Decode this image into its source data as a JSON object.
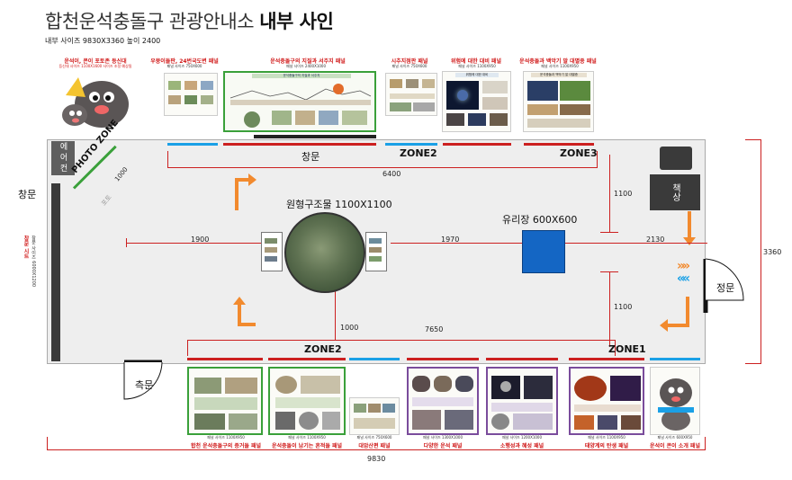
{
  "title_prefix": "합천운석충돌구 관광안내소 ",
  "title_bold": "내부 사인",
  "subtitle": "내부 사이즈 9830X3360    높이 2400",
  "top_panels": [
    {
      "title": "운석이, 콘이 포토존 등신대",
      "size": "등신대 사이즈 1100X1600 사이즈 조정 예상됨"
    },
    {
      "title": "우뭉이들판, 24번국도변 패널",
      "size": "패널 사이즈 750X600"
    },
    {
      "title": "운석충돌구의 지질과 서주지 패널",
      "size": "패널 사이즈 2400X1000"
    },
    {
      "title": "시추지점판 패널",
      "size": "패널 사이즈 750X600"
    },
    {
      "title": "위험에 대한 대비 패널",
      "size": "패널 사이즈 1100X950"
    },
    {
      "title": "운석충돌과 백악기 말 대멸종 패널",
      "size": "패널 사이즈 1100X950"
    }
  ],
  "top_inner": {
    "geology_heading": "운석충돌구의 지질과 서주지",
    "risk_heading": "위험에 대한 대비",
    "extinction_heading": "운석충돌과 백악기 말 대멸종"
  },
  "bottom_panels": [
    {
      "title": "합천 운석충돌구의 증거들 패널",
      "size": "패널 사이즈 1100X950"
    },
    {
      "title": "운석충돌이 남기는 흔적들 패널",
      "size": "패널 사이즈 1100X950"
    },
    {
      "title": "대암산편 패널",
      "size": "패널 사이즈 750X600"
    },
    {
      "title": "다양한 운석 패널",
      "size": "패널 사이즈 1300X1000"
    },
    {
      "title": "소행성과 혜성 패널",
      "size": "패널 사이즈 1200X1000"
    },
    {
      "title": "태양계의 탄생 패널",
      "size": "패널 사이즈 1100X950"
    },
    {
      "title": "운석이 콘이 소개 패널",
      "size": "패널 사이즈 600X950"
    }
  ],
  "room": {
    "aircon": "에어컨",
    "photo_zone": "PHOTO ZONE",
    "photo_dim": "1000",
    "photo_sub": "포토",
    "left_window": "창문",
    "top_window": "창문",
    "zone1": "ZONE1",
    "zone2_top": "ZONE2",
    "zone2_bottom": "ZONE2",
    "zone3": "ZONE3",
    "model_label": "원형구조물 1100X1100",
    "glass_label": "유리장 600X600",
    "desk": "책상",
    "main_door": "정문",
    "side_door": "측문",
    "left_panel_label": "창문 시트",
    "left_panel_size": "창문 사이즈 6000X1200"
  },
  "dims": {
    "top_length": "6400",
    "left_model": "1900",
    "model_glass": "1970",
    "glass_right": "2130",
    "upper_right": "1100",
    "lower_right": "1100",
    "model_down": "1000",
    "bottom_length": "7650",
    "total_width": "9830",
    "total_height": "3360"
  },
  "colors": {
    "red": "#cc2020",
    "blue": "#1aa0e6",
    "orange": "#f28a2e",
    "glass": "#1466c4",
    "green": "#3aa03a"
  }
}
